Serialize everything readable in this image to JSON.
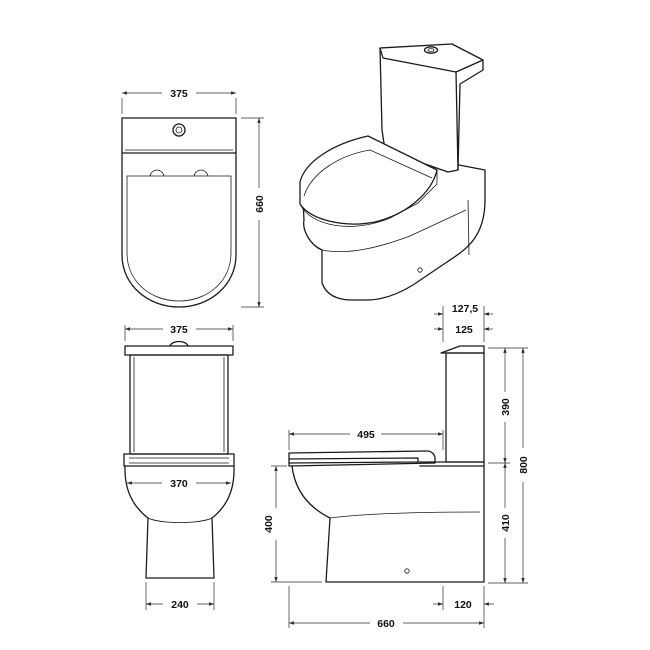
{
  "dimensions": {
    "top_width": "375",
    "top_depth": "660",
    "front_width": "375",
    "front_seat_width": "370",
    "front_foot_width": "240",
    "side_top_offset_outer": "127,5",
    "side_top_offset_inner": "125",
    "side_seat_length": "495",
    "side_cistern_height": "390",
    "side_total_height": "800",
    "side_pan_height": "410",
    "side_seat_height": "400",
    "side_total_depth": "660",
    "side_back_offset": "120"
  },
  "colors": {
    "line": "#1a1a1a",
    "background": "#ffffff"
  }
}
